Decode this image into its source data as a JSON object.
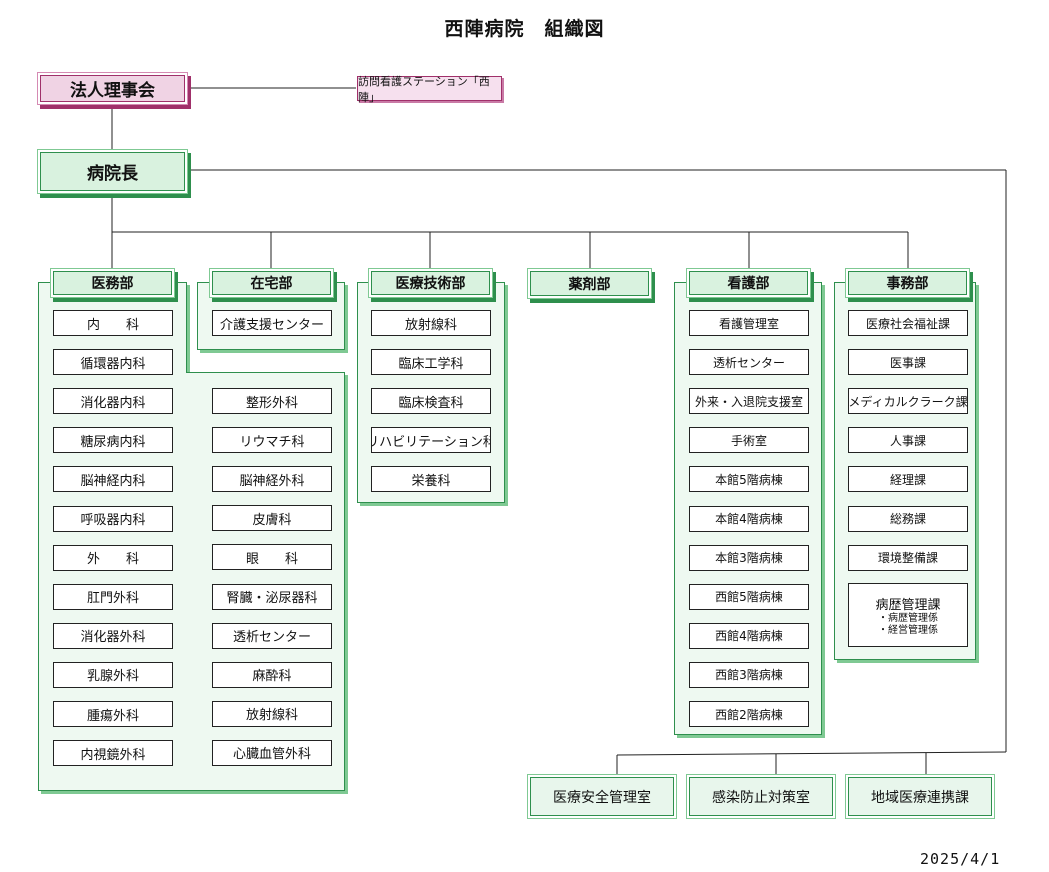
{
  "title": "西陣病院　組織図",
  "date": "2025/4/1",
  "board": "法人理事会",
  "visiting_nurse": "訪問看護ステーション「西陣」",
  "director": "病院長",
  "departments": {
    "medical": {
      "label": "医務部",
      "left": [
        "内　　科",
        "循環器内科",
        "消化器内科",
        "糖尿病内科",
        "脳神経内科",
        "呼吸器内科",
        "外　　科",
        "肛門外科",
        "消化器外科",
        "乳腺外科",
        "腫瘍外科",
        "内視鏡外科"
      ],
      "right": [
        "整形外科",
        "リウマチ科",
        "脳神経外科",
        "皮膚科",
        "眼　　科",
        "腎臓・泌尿器科",
        "透析センター",
        "麻酔科",
        "放射線科",
        "心臓血管外科"
      ]
    },
    "home": {
      "label": "在宅部",
      "items": [
        "介護支援センター"
      ]
    },
    "tech": {
      "label": "医療技術部",
      "items": [
        "放射線科",
        "臨床工学科",
        "臨床検査科",
        "リハビリテーション科",
        "栄養科"
      ]
    },
    "pharmacy": {
      "label": "薬剤部"
    },
    "nursing": {
      "label": "看護部",
      "items": [
        "看護管理室",
        "透析センター",
        "外来・入退院支援室",
        "手術室",
        "本館5階病棟",
        "本館4階病棟",
        "本館3階病棟",
        "西館5階病棟",
        "西館4階病棟",
        "西館3階病棟",
        "西館2階病棟"
      ]
    },
    "admin": {
      "label": "事務部",
      "items": [
        "医療社会福祉課",
        "医事課",
        "メディカルクラーク課",
        "人事課",
        "経理課",
        "総務課",
        "環境整備課"
      ],
      "records": {
        "label": "病歴管理課",
        "subs": [
          "・病歴管理係",
          "・経営管理係"
        ]
      }
    }
  },
  "bottom": [
    "医療安全管理室",
    "感染防止対策室",
    "地域医療連携課"
  ]
}
